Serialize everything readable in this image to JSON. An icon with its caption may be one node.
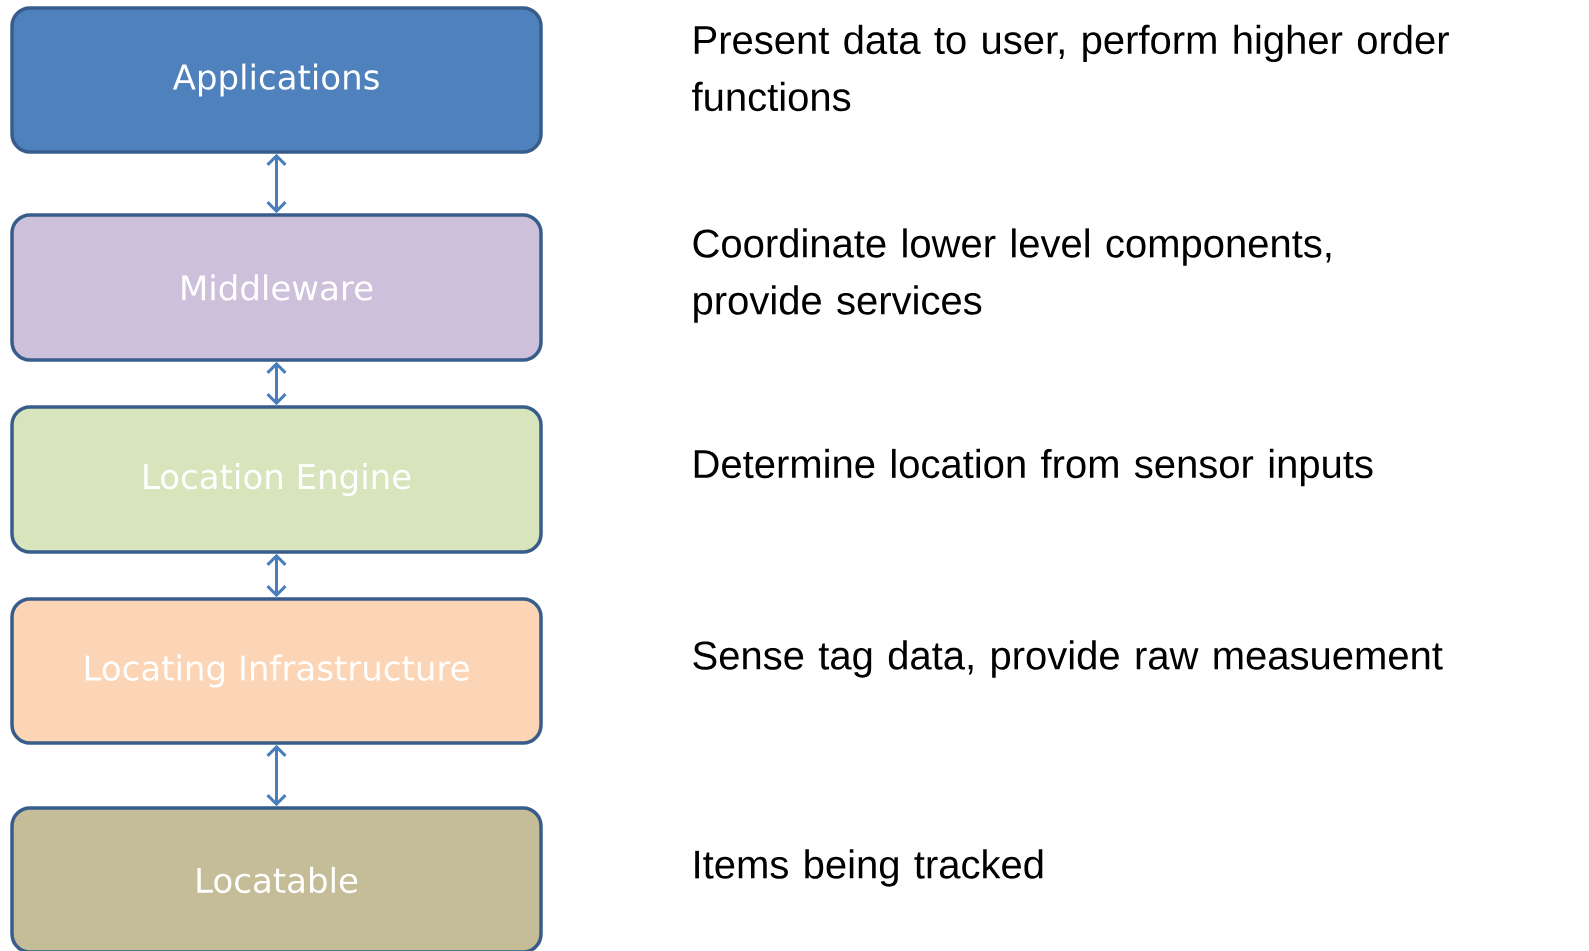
{
  "diagram": {
    "nodes": [
      {
        "text": [
          "Applications"
        ],
        "beside": [
          "Present data to user, perform higher order functions"
        ]
      },
      {
        "text": [
          "Middleware"
        ],
        "beside": [
          "Coordinate lower level components, provide services"
        ]
      },
      {
        "text": [
          "Location Engine"
        ],
        "beside": [
          "Determine location from sensor inputs"
        ]
      },
      {
        "text": [
          "Locating Infrastructure"
        ],
        "beside": [
          "Sense tag data, provide raw measuement"
        ]
      },
      {
        "text": [
          "Locatable"
        ],
        "beside": [
          "Items being tracked"
        ]
      }
    ],
    "edges": [
      {
        "from": 0,
        "to": 1,
        "arrow": "both"
      },
      {
        "from": 1,
        "to": 2,
        "arrow": "both"
      },
      {
        "from": 2,
        "to": 3,
        "arrow": "both"
      },
      {
        "from": 3,
        "to": 4,
        "arrow": "both"
      }
    ]
  }
}
